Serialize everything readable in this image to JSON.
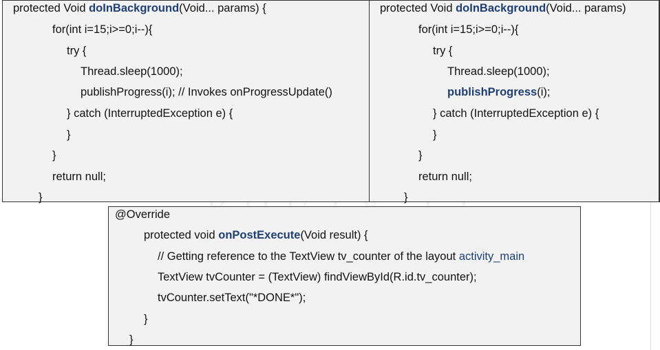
{
  "left_panel": {
    "lines": [
      {
        "pre": "protected Void ",
        "method": "doInBackground",
        "post": "(Void... params) {"
      },
      {
        "text": "for(int i=15;i>=0;i--){"
      },
      {
        "text": "try {"
      },
      {
        "text": "Thread.sleep(1000);"
      },
      {
        "text": "publishProgress(i); // Invokes onProgressUpdate()"
      },
      {
        "text": "} catch (InterruptedException e) {"
      },
      {
        "text": "}"
      },
      {
        "text": "}"
      },
      {
        "text": "return null;"
      },
      {
        "text": "}"
      }
    ]
  },
  "right_panel": {
    "lines": [
      {
        "pre": "protected Void ",
        "method": "doInBackground",
        "post": "(Void... params)"
      },
      {
        "text": "for(int i=15;i>=0;i--){"
      },
      {
        "text": "try {"
      },
      {
        "text": "Thread.sleep(1000);"
      },
      {
        "method": "publishProgress",
        "post": "(i);"
      },
      {
        "text": "} catch (InterruptedException e) {"
      },
      {
        "text": "}"
      },
      {
        "text": "}"
      },
      {
        "text": "return null;"
      },
      {
        "text": "}"
      }
    ]
  },
  "bottom_panel": {
    "lines": [
      {
        "text": "@Override"
      },
      {
        "pre": "protected void ",
        "method": "onPostExecute",
        "post": "(Void result) {"
      },
      {
        "pre": "// Getting reference to the TextView tv_counter of the layout ",
        "link": "activity_main"
      },
      {
        "text": "TextView tvCounter = (TextView) findViewById(R.id.tv_counter);"
      },
      {
        "text": "tvCounter.setText(\"*DONE*\");"
      },
      {
        "text": "}"
      },
      {
        "text": "}"
      }
    ]
  },
  "colors": {
    "keyword": "#1f3f73",
    "panel_bg": "#f2f2f2",
    "border": "#333333"
  }
}
